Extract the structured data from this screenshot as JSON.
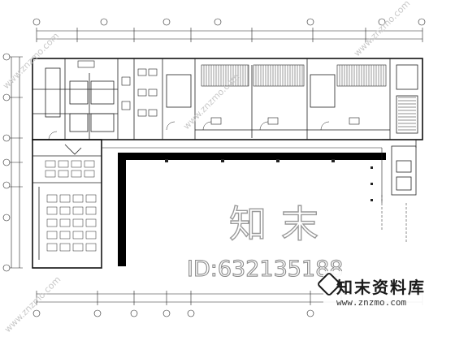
{
  "watermark": {
    "main_text": "知末",
    "id_text": "ID:632135188",
    "diagonal_text": "www.znzmo.com"
  },
  "brand": {
    "name": "知末资料库",
    "url": "www.znzmo.com"
  },
  "colors": {
    "line": "#1a1a1a",
    "watermark": "#9a9a9a",
    "wall_fill": "#000000"
  }
}
